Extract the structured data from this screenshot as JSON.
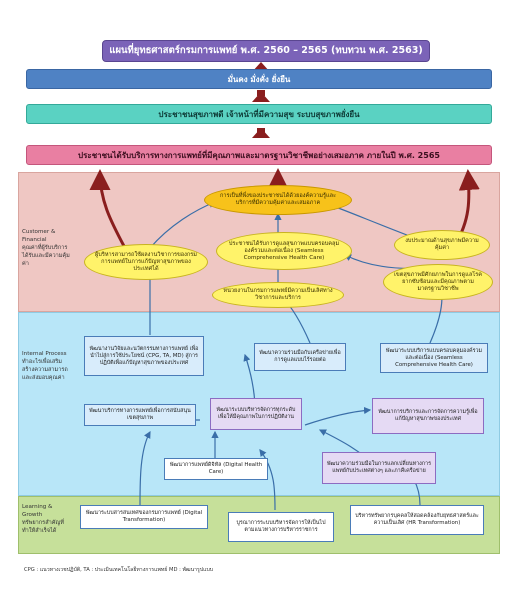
{
  "banner": {
    "title": "แผนที่ยุทธศาสตร์กรมการแพทย์ พ.ศ. 2560 – 2565 (ทบทวน พ.ศ. 2563)"
  },
  "vision": {
    "bar1": "มั่นคง มั่งคั่ง ยั่งยืน",
    "bar2": "ประชาชนสุขภาพดี เจ้าหน้าที่มีความสุข ระบบสุขภาพยั่งยืน",
    "bar3": "ประชาชนได้รับบริการทางการแพทย์ที่มีคุณภาพและมาตรฐานวิชาชีพอย่างเสมอภาค ภายในปี พ.ศ. 2565"
  },
  "zones": {
    "customer": {
      "title": "Customer & Financial",
      "sub": "คุณค่าที่ผู้รับบริการได้รับและมีความคุ้มค่า"
    },
    "internal": {
      "title": "Internal Process",
      "sub": "ทำอะไรเพื่อเสริมสร้างความสามารถและส่งมอบคุณค่า"
    },
    "learning": {
      "title": "Learning & Growth",
      "sub": "ทรัพยากรสำคัญที่ทำให้สำเร็จได้"
    }
  },
  "customer_nodes": {
    "main": "การเป็นที่พึ่งของประชาชนได้ด้วยองค์ความรู้และบริการที่มีความคุ้มค่าและเสมอภาค",
    "left": "ผู้บริหารสามารถใช้ผลงานวิชาการของกรมการแพทย์ในการแก้ปัญหาสุขภาพของประเทศได้",
    "center": "ประชาชนได้รับการดูแลสุขภาพแบบครอบคลุมองค์รวมและต่อเนื่อง (Seamless Comprehensive Health Care)",
    "right_top": "งบประมาณด้านสุขภาพมีความคุ้มค่า",
    "right_bottom": "เขตสุขภาพมีศักยภาพในการดูแลโรคยากซับซ้อนและมีคุณภาพตามมาตรฐานวิชาชีพ",
    "bottom": "หน่วยงานในกรมการแพทย์มีความเป็นเลิศทางวิชาการและบริการ"
  },
  "internal_nodes": {
    "n1": "พัฒนางานวิจัยและนวัตกรรมทางการแพทย์ เพื่อนำไปสู่การใช้ประโยชน์ (CPG, TA, MD) สู่การปฏิบัติเพื่อแก้ปัญหาสุขภาพของประเทศ",
    "n2": "พัฒนาความร่วมมือกับเครือข่ายเพื่อการดูแลแบบไร้รอยต่อ",
    "n3": "พัฒนาระบบบริการแบบครอบคลุมองค์รวมและต่อเนื่อง (Seamless Comprehensive Health Care)",
    "n4": "พัฒนาบริการทางการแพทย์เพื่อการสนับสนุนเขตสุขภาพ",
    "n5": "พัฒนาระบบบริหารจัดการทุกระดับ เพื่อให้มีคุณภาพในการปฏิบัติงาน",
    "n6": "พัฒนาการบริการและการจัดการความรู้เพื่อแก้ปัญหาสุขภาพของประเทศ",
    "n7": "พัฒนาการแพทย์ดิจิทัล (Digital Health Care)",
    "n8": "พัฒนาความร่วมมือในการแลกเปลี่ยนทางการแพทย์กับประเทศต่างๆ และภาคีเครือข่าย"
  },
  "learning_nodes": {
    "l1": "พัฒนาระบบสารสนเทศของกรมการแพทย์ (Digital Transformation)",
    "l2": "บูรณาการระบบบริหารจัดการให้เป็นไปตามแนวทางการบริหารราชการ",
    "l3": "บริหารทรัพยากรบุคคลให้สอดคล้องกับยุทธศาสตร์และความเป็นเลิศ (HR Transformation)"
  },
  "footnote": "CPG : แนวทางเวชปฏิบัติ, TA : ประเมินเทคโนโลยีทางการแพทย์ MD : พัฒนารูปแบบ",
  "colors": {
    "banner": "#7b63b8",
    "vision1": "#4f82c4",
    "vision2": "#5ad2c2",
    "vision3": "#e97fa2",
    "customer_zone": "#efc7c3",
    "internal_zone": "#b8e6f8",
    "learning_zone": "#c6e09a",
    "arrow": "#8a1e1e",
    "connector": "#3a6ea8"
  }
}
